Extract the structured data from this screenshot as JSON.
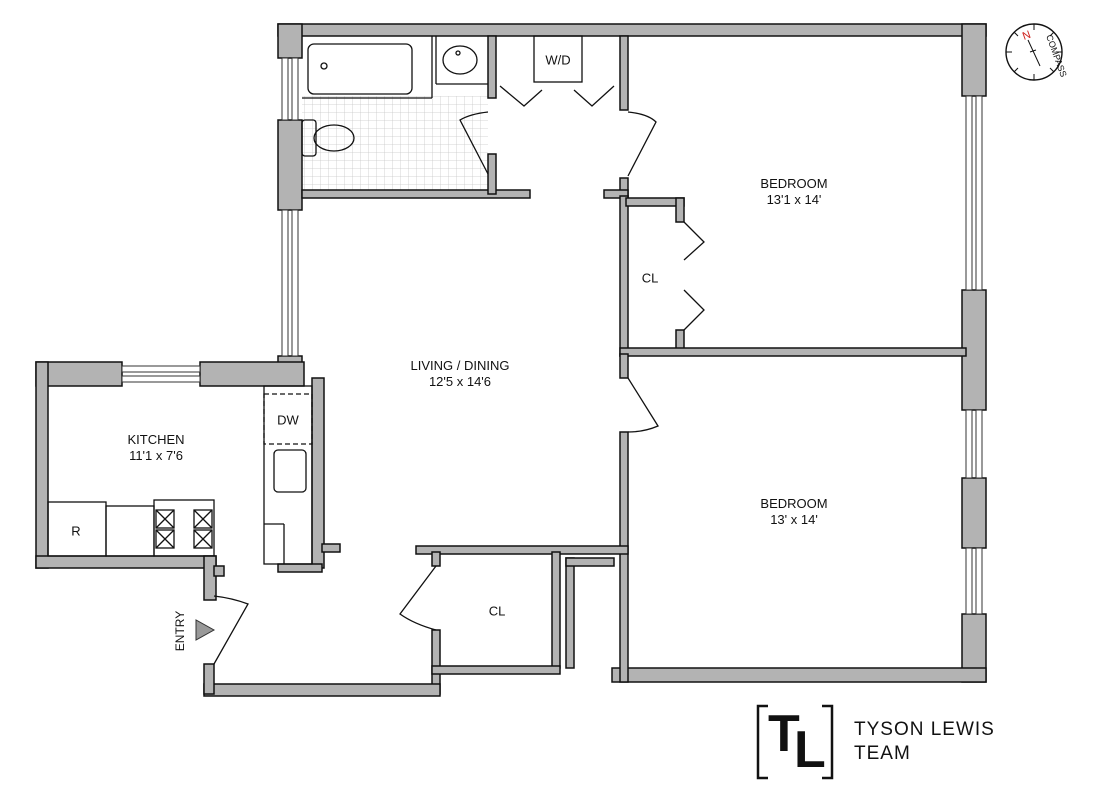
{
  "floorplan": {
    "rooms": [
      {
        "name": "BEDROOM",
        "dims": "13'1 x 14'"
      },
      {
        "name": "BEDROOM",
        "dims": "13' x 14'"
      },
      {
        "name": "LIVING / DINING",
        "dims": "12'5 x 14'6"
      },
      {
        "name": "KITCHEN",
        "dims": "11'1 x 7'6"
      },
      {
        "name": "CL",
        "dims": ""
      },
      {
        "name": "CL",
        "dims": ""
      }
    ],
    "fixtures": {
      "washer_dryer": "W/D",
      "dishwasher": "DW",
      "refrigerator": "R"
    },
    "entry_label": "ENTRY",
    "compass": {
      "north_label": "N",
      "text": "COMPASS",
      "north_color": "#d0201c"
    },
    "colors": {
      "wall_fill": "#b3b3b3",
      "wall_stroke": "#111111",
      "background": "#ffffff"
    }
  },
  "brand": {
    "monogram_left": "T",
    "monogram_right": "L",
    "line1": "TYSON LEWIS",
    "line2": "TEAM"
  }
}
